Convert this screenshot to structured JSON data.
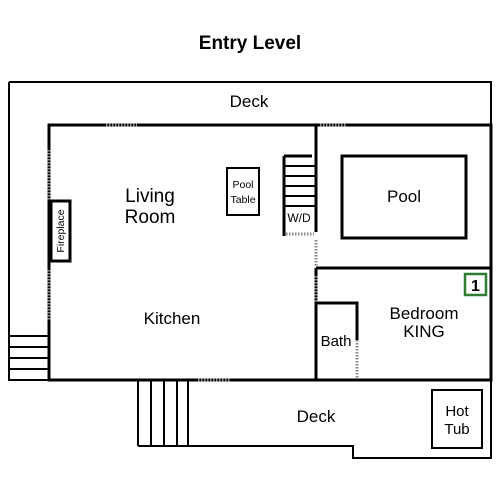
{
  "title": "Entry Level",
  "rooms": {
    "deck_top": "Deck",
    "living_line1": "Living",
    "living_line2": "Room",
    "pool_table_line1": "Pool",
    "pool_table_line2": "Table",
    "fireplace": "Fireplace",
    "wd": "W/D",
    "pool": "Pool",
    "kitchen": "Kitchen",
    "bedroom_line1": "Bedroom",
    "bedroom_line2": "KING",
    "bedroom_number": "1",
    "bath": "Bath",
    "deck_bottom": "Deck",
    "hot_tub_line1": "Hot",
    "hot_tub_line2": "Tub"
  },
  "colors": {
    "wall": "#000000",
    "door": "#8a8a8a",
    "badge": "#2e7d32"
  }
}
